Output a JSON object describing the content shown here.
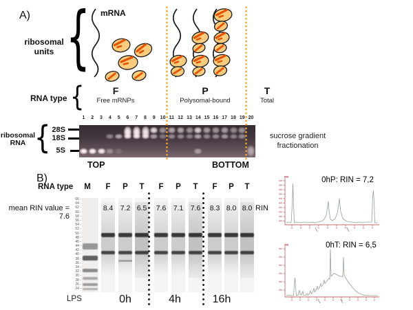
{
  "panel_a": {
    "label": "A)",
    "mrna_label": "mRNA",
    "ribosomal_units_label": [
      "ribosomal",
      "units"
    ],
    "rna_type_label": "RNA type",
    "fractions": [
      {
        "code": "F",
        "description": "Free mRNPs"
      },
      {
        "code": "P",
        "description": "Polysomal-bound"
      },
      {
        "code": "T",
        "description": "Total"
      }
    ],
    "ribosomal_rna_label": [
      "ribosomal",
      "RNA"
    ],
    "band_labels": [
      "28S",
      "18S",
      "5S"
    ],
    "top_label": "TOP",
    "bottom_label": "BOTTOM",
    "side_note": [
      "sucrose gradient",
      "fractionation"
    ],
    "gel_lanes": [
      {
        "n": "1",
        "bands": [
          [
            "5S",
            1.0
          ]
        ]
      },
      {
        "n": "2",
        "bands": [
          [
            "5S",
            1.0
          ]
        ]
      },
      {
        "n": "3",
        "bands": [
          [
            "5S",
            0.95
          ]
        ]
      },
      {
        "n": "4",
        "bands": [
          [
            "18S",
            0.4
          ],
          [
            "5S",
            0.35
          ]
        ]
      },
      {
        "n": "5",
        "bands": [
          [
            "18S",
            0.6
          ],
          [
            "5S",
            0.15
          ]
        ]
      },
      {
        "n": "6",
        "bands": [
          [
            "28Sbig",
            0.95
          ],
          [
            "18S",
            0.85
          ]
        ]
      },
      {
        "n": "7",
        "bands": [
          [
            "28Sbig",
            0.95
          ],
          [
            "18S",
            0.85
          ]
        ]
      },
      {
        "n": "8",
        "bands": [
          [
            "28Sbig",
            0.9
          ],
          [
            "18S",
            0.8
          ]
        ]
      },
      {
        "n": "9",
        "bands": [
          [
            "28S",
            0.85
          ],
          [
            "18S",
            0.55
          ]
        ]
      },
      {
        "n": "10",
        "bands": [
          [
            "28S",
            0.5
          ],
          [
            "18S",
            0.35
          ]
        ]
      },
      {
        "n": "11",
        "bands": [
          [
            "28S",
            0.6
          ],
          [
            "18S",
            0.45
          ]
        ]
      },
      {
        "n": "12",
        "bands": [
          [
            "28S",
            0.6
          ],
          [
            "18S",
            0.45
          ]
        ]
      },
      {
        "n": "13",
        "bands": [
          [
            "28S",
            0.5
          ],
          [
            "18S",
            0.4
          ]
        ]
      },
      {
        "n": "14",
        "bands": [
          [
            "28S",
            0.8
          ],
          [
            "18S",
            0.6
          ],
          [
            "5S",
            0.45
          ]
        ]
      },
      {
        "n": "15",
        "bands": [
          [
            "28S",
            0.55
          ],
          [
            "18S",
            0.45
          ]
        ]
      },
      {
        "n": "16",
        "bands": [
          [
            "28S",
            0.5
          ],
          [
            "18S",
            0.45
          ]
        ]
      },
      {
        "n": "17",
        "bands": [
          [
            "28S",
            0.55
          ],
          [
            "18S",
            0.5
          ]
        ]
      },
      {
        "n": "18",
        "bands": [
          [
            "28S",
            0.45
          ],
          [
            "18S",
            0.4
          ]
        ]
      },
      {
        "n": "19",
        "bands": [
          [
            "28S",
            0.5
          ],
          [
            "18S",
            0.45
          ]
        ]
      },
      {
        "n": "20",
        "bands": [
          [
            "smear",
            0.5
          ]
        ]
      }
    ]
  },
  "panel_b": {
    "label": "B)",
    "rna_type_label": "RNA type",
    "marker_header": "M",
    "lane_headers": [
      "F",
      "P",
      "T",
      "F",
      "P",
      "T",
      "F",
      "P",
      "T"
    ],
    "mean_rin_label": "mean RIN value = 7.6",
    "rin_values": [
      "8.4",
      "7.2",
      "6.5",
      "7.6",
      "7.1",
      "7.6",
      "8.3",
      "8.0",
      "8.0"
    ],
    "rin_caption": "RIN",
    "ladder_scale": [
      "66",
      "64",
      "62",
      "60",
      "58",
      "56",
      "54",
      "52",
      "50",
      "48",
      "46",
      "44",
      "42",
      "40",
      "38",
      "36",
      "34",
      "32",
      "30",
      "28",
      "26",
      "24"
    ],
    "lps_label": "LPS",
    "time_labels": [
      "0h",
      "4h",
      "16h"
    ]
  },
  "electropherograms": [
    {
      "title": "0hP: RIN = 7,2"
    },
    {
      "title": "0hT: RIN = 6,5"
    }
  ],
  "colors": {
    "dotted_line_a": "#f0a32a",
    "dotted_line_b": "#141414",
    "trace_axis": "#c96a6a",
    "ribosome_fill": "#fbcb7e",
    "ribosome_stripe": "#e65300"
  }
}
